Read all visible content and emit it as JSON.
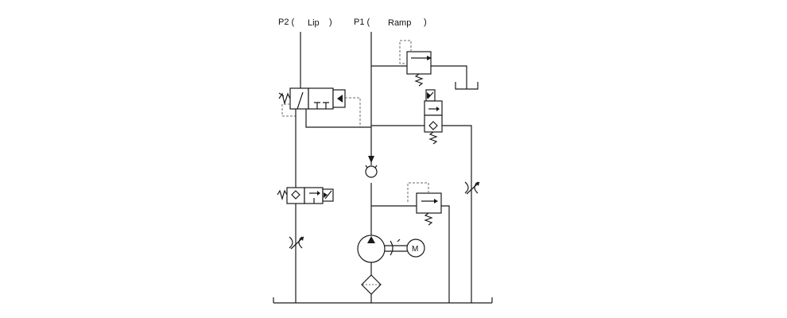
{
  "labels": {
    "p2_prefix": "P2 (",
    "p2_name": "Lip",
    "p2_close": ")",
    "p1_prefix": "P1 (",
    "p1_name": "Ramp",
    "p1_close": ")"
  },
  "motor": {
    "letter": "M"
  },
  "colors": {
    "line": "#1a1a1a",
    "pilot": "#6a6a6a",
    "background": "#ffffff"
  }
}
